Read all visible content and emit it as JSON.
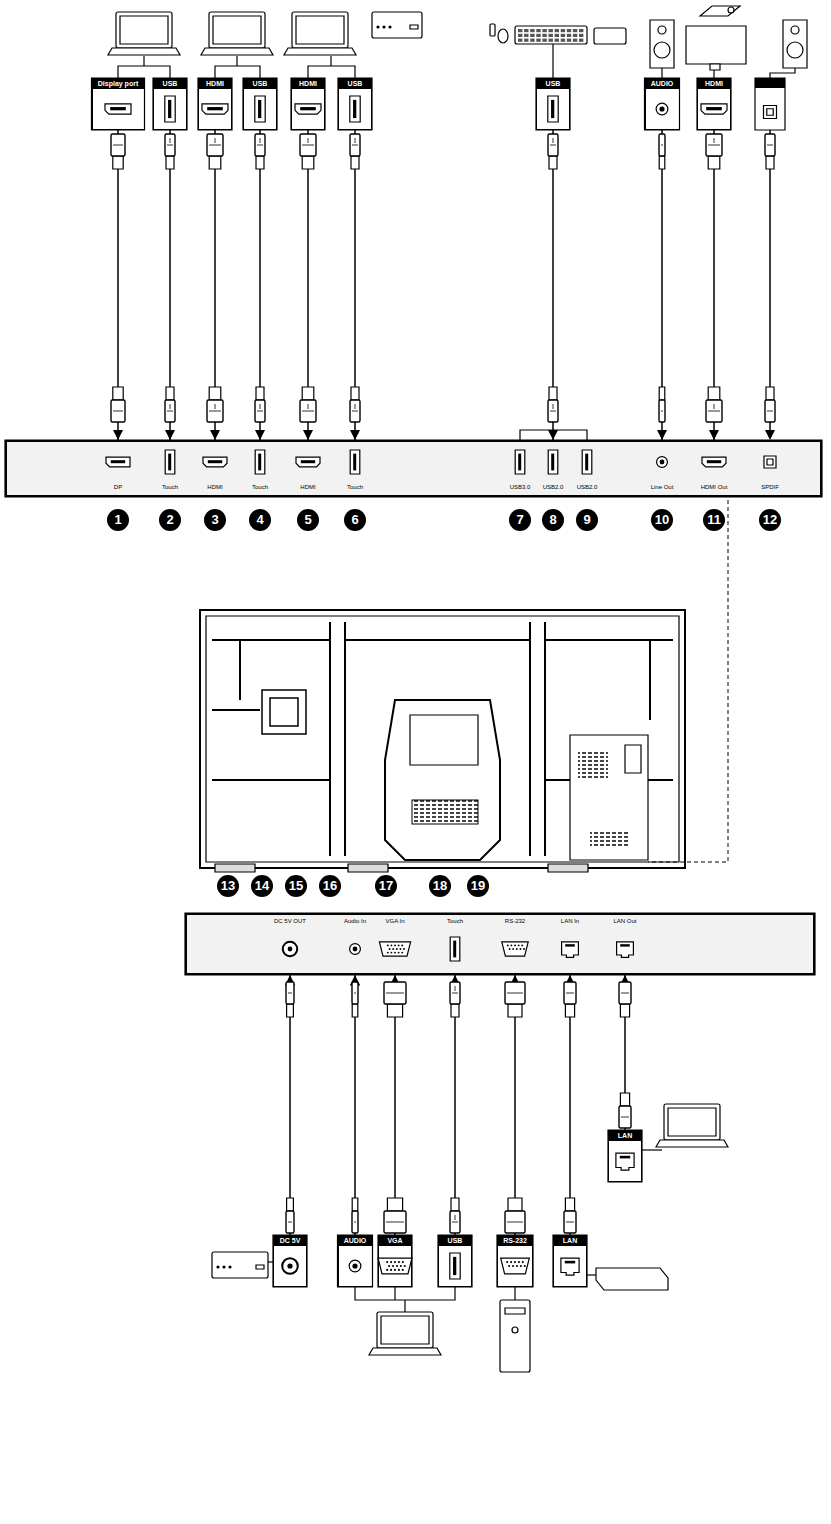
{
  "diagram": {
    "nodes": [
      {
        "text": [
          "Display port"
        ]
      },
      {
        "text": [
          "USB"
        ]
      },
      {
        "text": [
          "HDMI"
        ]
      },
      {
        "text": [
          "USB"
        ]
      },
      {
        "text": [
          "HDMI"
        ]
      },
      {
        "text": [
          "USB"
        ]
      },
      {
        "text": [
          "USB"
        ]
      },
      {
        "text": [
          "AUDIO"
        ]
      },
      {
        "text": [
          "HDMI"
        ]
      },
      {
        "text": [
          "DP",
          "Touch",
          "HDMI",
          "Touch",
          "HDMI",
          "Touch",
          "USB3.0",
          "USB2.0",
          "USB2.0",
          "Line Out",
          "HDMI Out",
          "SPDIF"
        ]
      },
      {
        "text": [
          "DC 5V OUT",
          "Audio In",
          "VGA In",
          "Touch",
          "RS-232",
          "LAN In",
          "LAN Out"
        ]
      },
      {
        "text": [
          "DC 5V"
        ]
      },
      {
        "text": [
          "AUDIO"
        ]
      },
      {
        "text": [
          "VGA"
        ]
      },
      {
        "text": [
          "USB"
        ]
      },
      {
        "text": [
          "RS-232"
        ]
      },
      {
        "text": [
          "LAN"
        ]
      },
      {
        "text": [
          "LAN"
        ]
      }
    ],
    "edges": [
      {
        "from": 0,
        "to": 9,
        "arrow": "to"
      },
      {
        "from": 1,
        "to": 9,
        "arrow": "to"
      },
      {
        "from": 2,
        "to": 9,
        "arrow": "to"
      },
      {
        "from": 3,
        "to": 9,
        "arrow": "to"
      },
      {
        "from": 4,
        "to": 9,
        "arrow": "to"
      },
      {
        "from": 5,
        "to": 9,
        "arrow": "to"
      },
      {
        "from": 6,
        "to": 9,
        "arrow": "to"
      },
      {
        "from": 7,
        "to": 9,
        "arrow": "to"
      },
      {
        "from": 8,
        "to": 9,
        "arrow": "to"
      },
      {
        "from": 11,
        "to": 10,
        "arrow": "to"
      },
      {
        "from": 12,
        "to": 10,
        "arrow": "to"
      },
      {
        "from": 13,
        "to": 10,
        "arrow": "to"
      },
      {
        "from": 14,
        "to": 10,
        "arrow": "to"
      },
      {
        "from": 15,
        "to": 10,
        "arrow": "to"
      },
      {
        "from": 16,
        "to": 10,
        "arrow": "to"
      },
      {
        "from": 17,
        "to": 10,
        "arrow": "to"
      }
    ],
    "labels": [
      "1",
      "2",
      "3",
      "4",
      "5",
      "6",
      "7",
      "8",
      "9",
      "10",
      "11",
      "12",
      "13",
      "14",
      "15",
      "16",
      "17",
      "18",
      "19"
    ]
  }
}
